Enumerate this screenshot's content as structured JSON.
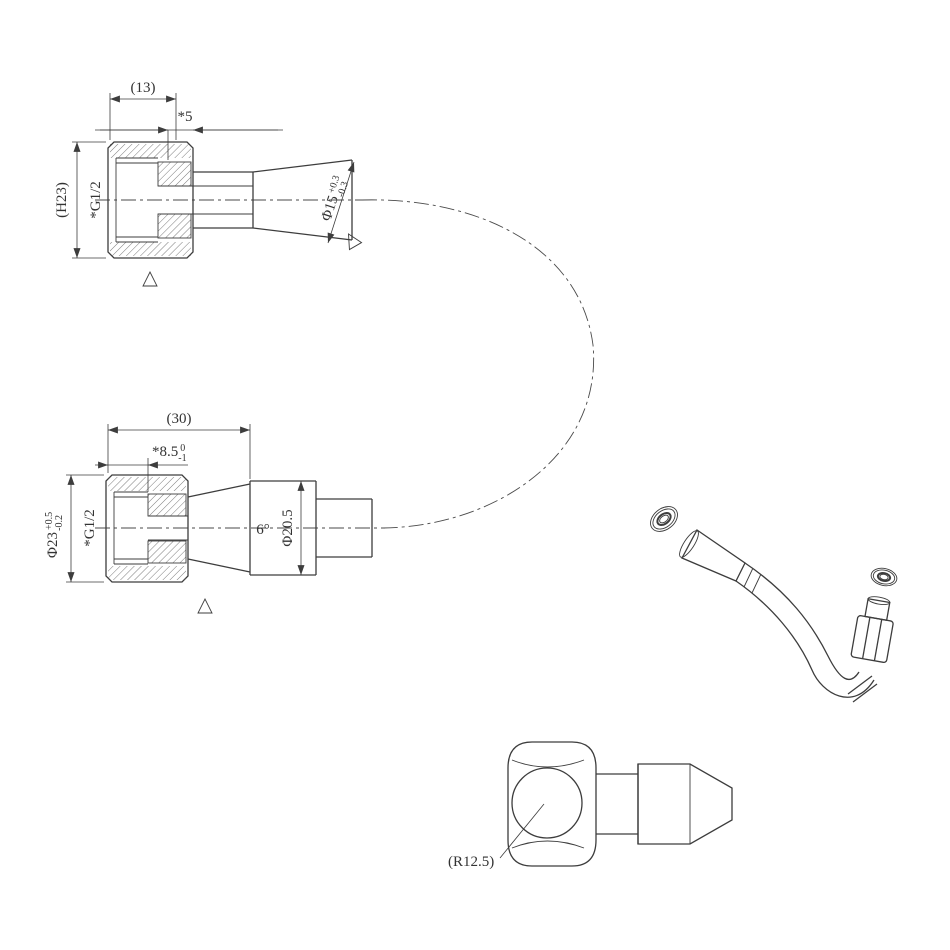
{
  "colors": {
    "line": "#3d3d3d",
    "background": "#ffffff"
  },
  "labels": {
    "view_top": {
      "length_13": "(13)",
      "length_5": "*5",
      "height_h23": "(H23)",
      "thread": "*G1/2",
      "dia15": "Φ15",
      "dia15_tol_upper": "+0.3",
      "dia15_tol_lower": "-0.3"
    },
    "view_mid": {
      "length_30": "(30)",
      "length_85": "*8.5",
      "length_85_tol_upper": "0",
      "length_85_tol_lower": "-1",
      "dia23": "Φ23",
      "dia23_tol_upper": "+0.5",
      "dia23_tol_lower": "-0.2",
      "thread": "*G1/2",
      "angle_6": "6°",
      "dia205": "Φ20.5"
    },
    "view_elbow": {
      "radius": "(R12.5)"
    }
  }
}
